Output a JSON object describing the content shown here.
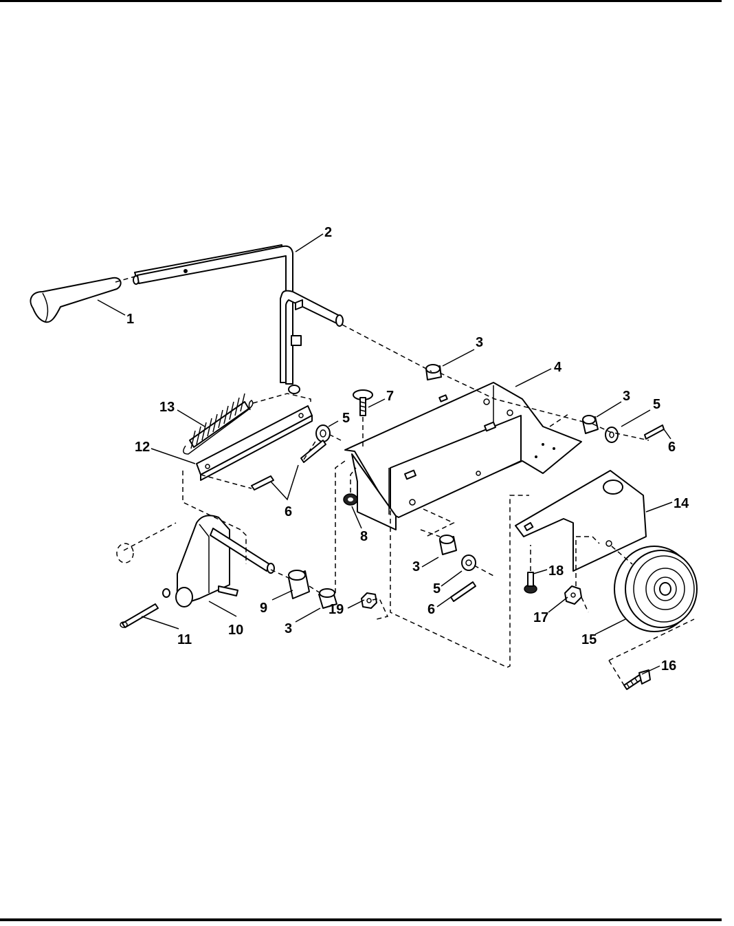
{
  "diagram": {
    "callouts": [
      {
        "id": "c1",
        "label": "1"
      },
      {
        "id": "c2",
        "label": "2"
      },
      {
        "id": "c3a",
        "label": "3"
      },
      {
        "id": "c3b",
        "label": "3"
      },
      {
        "id": "c3c",
        "label": "3"
      },
      {
        "id": "c3d",
        "label": "3"
      },
      {
        "id": "c4",
        "label": "4"
      },
      {
        "id": "c5a",
        "label": "5"
      },
      {
        "id": "c5b",
        "label": "5"
      },
      {
        "id": "c5c",
        "label": "5"
      },
      {
        "id": "c6a",
        "label": "6"
      },
      {
        "id": "c6b",
        "label": "6"
      },
      {
        "id": "c6c",
        "label": "6"
      },
      {
        "id": "c7",
        "label": "7"
      },
      {
        "id": "c8",
        "label": "8"
      },
      {
        "id": "c9",
        "label": "9"
      },
      {
        "id": "c10",
        "label": "10"
      },
      {
        "id": "c11",
        "label": "11"
      },
      {
        "id": "c12",
        "label": "12"
      },
      {
        "id": "c13",
        "label": "13"
      },
      {
        "id": "c14",
        "label": "14"
      },
      {
        "id": "c15",
        "label": "15"
      },
      {
        "id": "c16",
        "label": "16"
      },
      {
        "id": "c17",
        "label": "17"
      },
      {
        "id": "c18",
        "label": "18"
      },
      {
        "id": "c19",
        "label": "19"
      }
    ]
  }
}
